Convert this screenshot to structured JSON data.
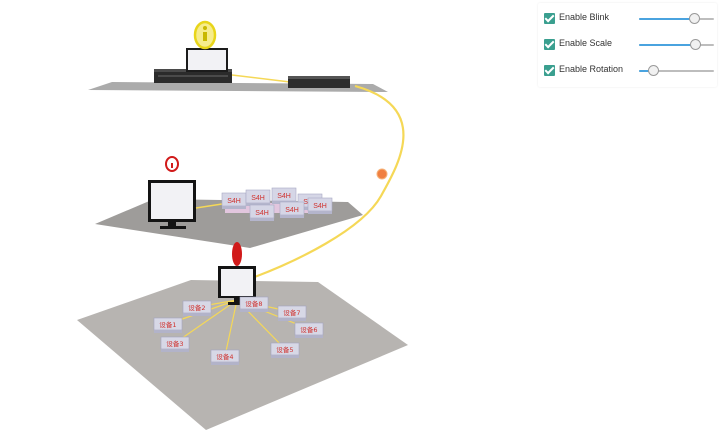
{
  "controls": [
    {
      "label": "Enable Blink",
      "checked": true,
      "value": 0.73
    },
    {
      "label": "Enable Scale",
      "checked": true,
      "value": 0.75
    },
    {
      "label": "Enable Rotation",
      "checked": true,
      "value": 0.18
    }
  ],
  "colors": {
    "accent": "#4aa3df",
    "checkbox": "#3a9f8f",
    "link": "#f5d857",
    "top_alert": "#e8d51a",
    "mid_alert": "#d11a1a"
  },
  "screen_labels": [
    "S4H",
    "S4H",
    "S4H",
    "S4H",
    "S4H"
  ],
  "device_labels": [
    "设备1",
    "设备2",
    "设备3",
    "设备4",
    "设备5",
    "设备6",
    "设备7",
    "设备8"
  ]
}
